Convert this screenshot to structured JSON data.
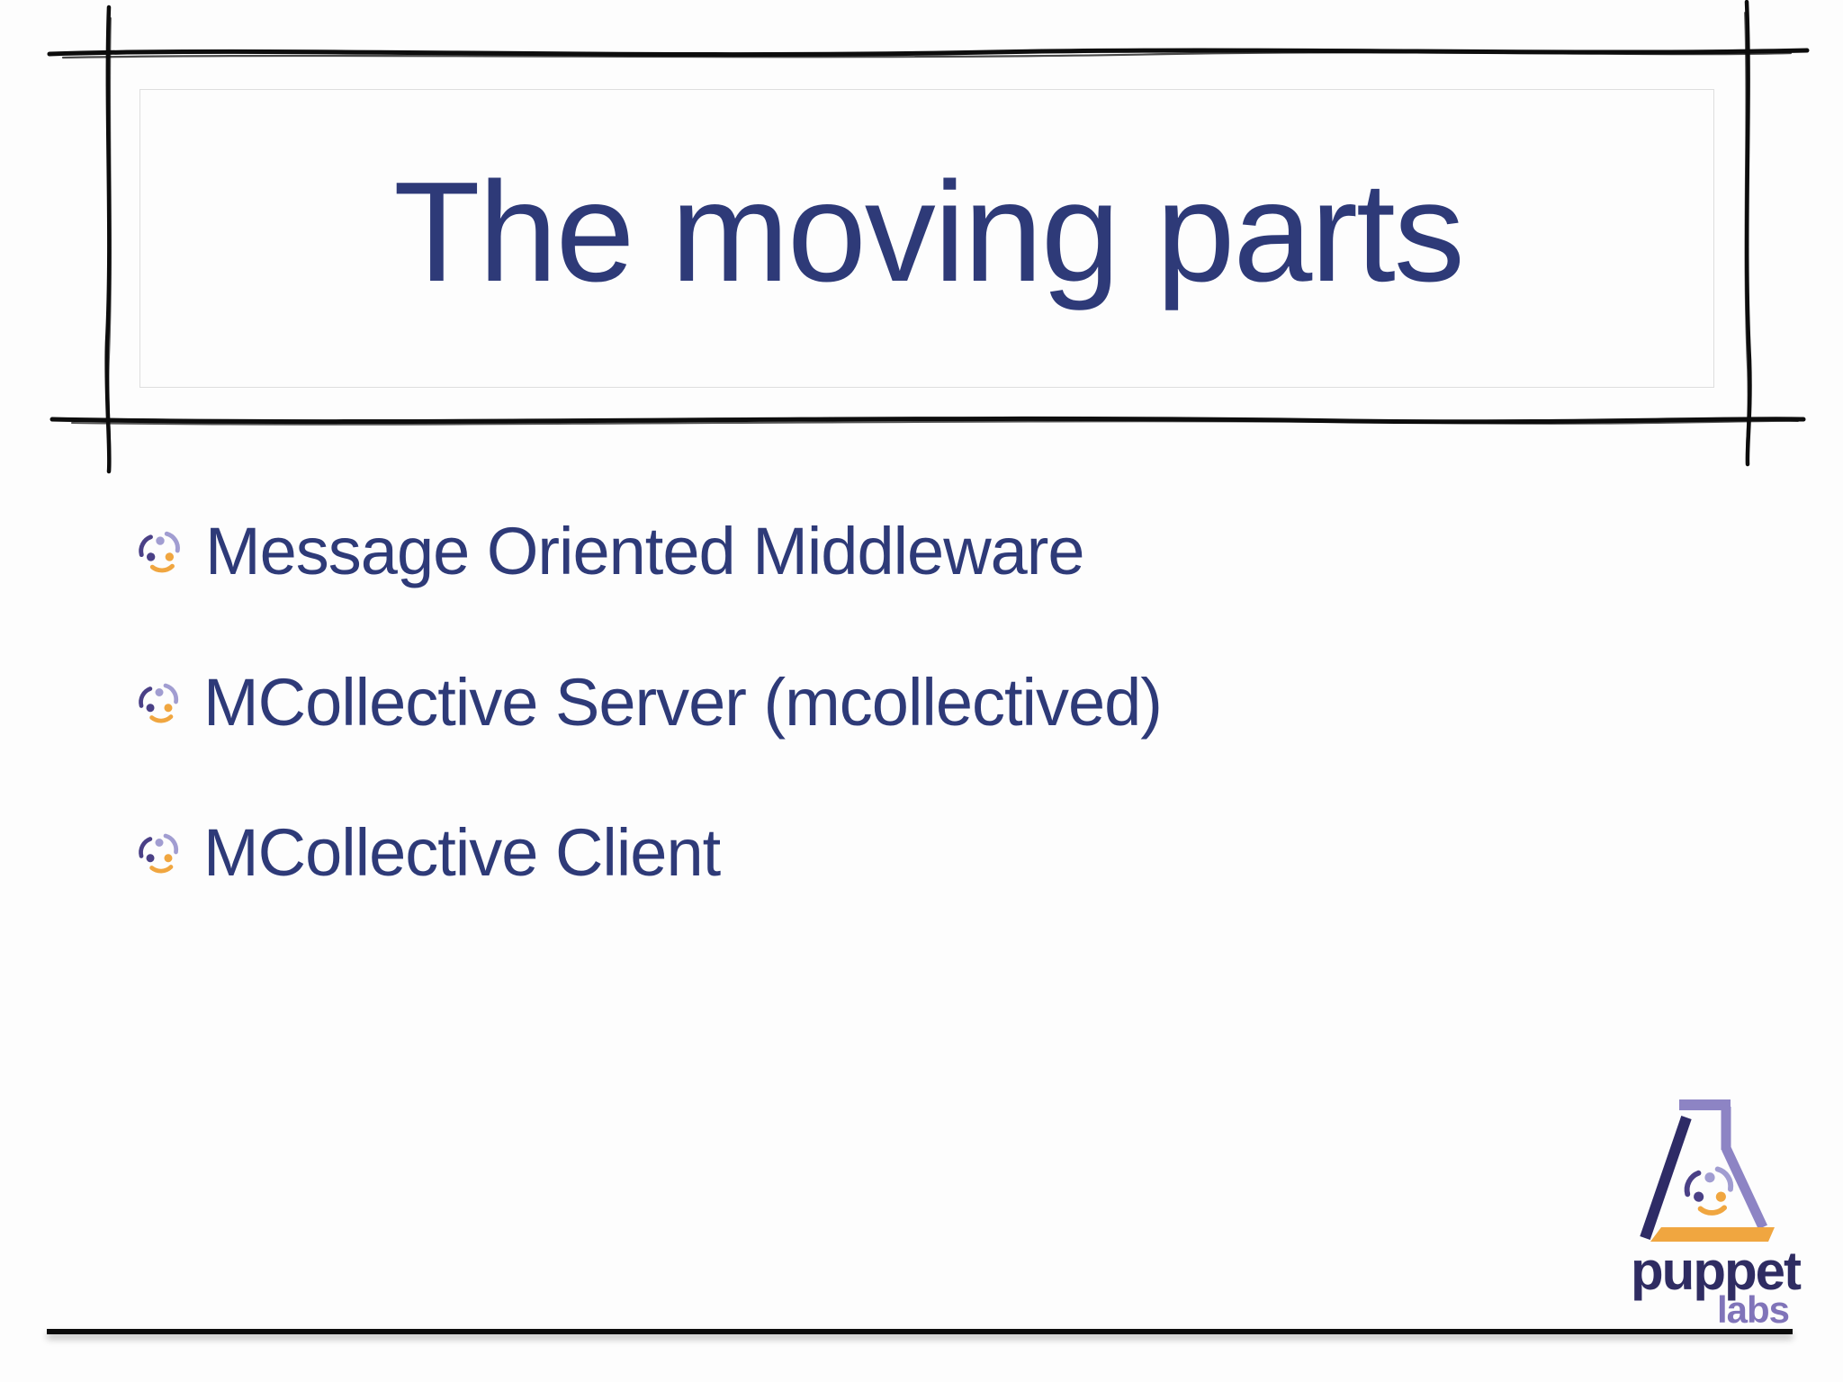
{
  "slide": {
    "title": "The moving parts",
    "bullets": [
      {
        "icon": "mcollective-icon",
        "label": "Message Oriented Middleware"
      },
      {
        "icon": "mcollective-icon",
        "label": "MCollective Server (mcollectived)"
      },
      {
        "icon": "mcollective-icon",
        "label": "MCollective Client"
      }
    ],
    "footer_logo": {
      "brand": "puppet",
      "sub_brand": "labs",
      "icon": "puppet-labs-flask-icon"
    },
    "colors": {
      "title_text": "#2e3a78",
      "bullet_text": "#2e3a78",
      "sketch_frame": "#0d0d0d",
      "icon_light_purple": "#a19dd1",
      "icon_dark_purple": "#4a4086",
      "icon_orange": "#f0a640",
      "logo_navy": "#2f2c62",
      "logo_lavender": "#8074b9",
      "bottom_rule": "#0b0b0b"
    }
  }
}
